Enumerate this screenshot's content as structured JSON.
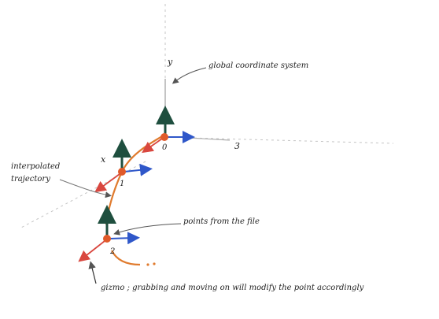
{
  "annotations": {
    "global_label": "global coordinate system",
    "interp_label_line1": "interpolated",
    "interp_label_line2": "trajectory",
    "points_label": "points from the file",
    "gizmo_label": "gizmo ; grabbing and moving on will modify the point accordingly"
  },
  "axes": {
    "y_label": "y",
    "x_label": "x",
    "z_label": "3"
  },
  "points": [
    {
      "label": "0"
    },
    {
      "label": "1"
    },
    {
      "label": "2"
    }
  ],
  "colors": {
    "axis_guide": "#bfbfbf",
    "up_arrow": "#1f4f3f",
    "right_arrow": "#2f57c9",
    "diag_arrow": "#d9473f",
    "trajectory": "#e07b2e",
    "point": "#e05a2a",
    "ink": "#333333"
  }
}
